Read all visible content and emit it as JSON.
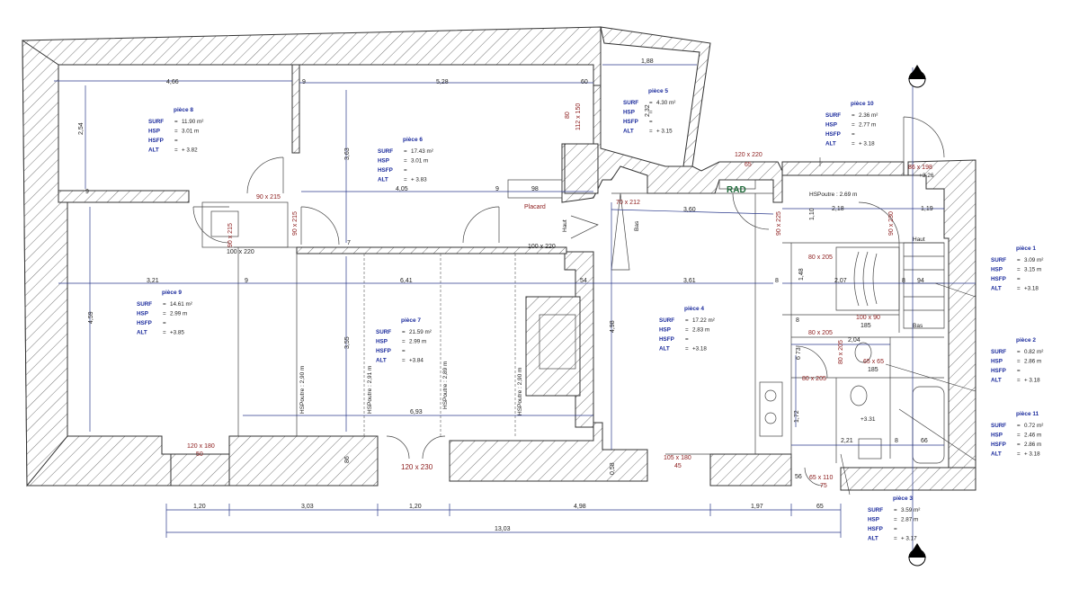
{
  "rooms": [
    {
      "id": "piece8",
      "title": "pièce 8",
      "surf": "11.90 m²",
      "hsp": "3.01 m",
      "hsfp": "",
      "alt": "+ 3.82"
    },
    {
      "id": "piece6",
      "title": "pièce 6",
      "surf": "17.43 m²",
      "hsp": "3.01 m",
      "hsfp": "",
      "alt": "+ 3.83"
    },
    {
      "id": "piece5",
      "title": "pièce 5",
      "surf": "4.30 m²",
      "hsp": "",
      "hsfp": "",
      "alt": "+ 3.15"
    },
    {
      "id": "piece10",
      "title": "pièce 10",
      "surf": "2.36 m²",
      "hsp": "2.77 m",
      "hsfp": "",
      "alt": "+ 3.18"
    },
    {
      "id": "piece9",
      "title": "pièce 9",
      "surf": "14.61 m²",
      "hsp": "2.99 m",
      "hsfp": "",
      "alt": "+3.85"
    },
    {
      "id": "piece7",
      "title": "pièce 7",
      "surf": "21.59 m²",
      "hsp": "2.99 m",
      "hsfp": "",
      "alt": "+3.84"
    },
    {
      "id": "piece4",
      "title": "pièce 4",
      "surf": "17.22 m²",
      "hsp": "2.83 m",
      "hsfp": "",
      "alt": "+3.18"
    },
    {
      "id": "piece1",
      "title": "pièce 1",
      "surf": "3.09 m²",
      "hsp": "3.15 m",
      "hsfp": "",
      "alt": "+3.18"
    },
    {
      "id": "piece2",
      "title": "pièce 2",
      "surf": "0.82 m²",
      "hsp": "2.86 m",
      "hsfp": "",
      "alt": "+ 3.18"
    },
    {
      "id": "piece11",
      "title": "pièce 11",
      "surf": "0.72 m²",
      "hsp": "2.46 m",
      "hsfp": "2.86 m",
      "alt": "+ 3.18"
    },
    {
      "id": "piece3",
      "title": "pièce 3",
      "surf": "3.59 m²",
      "hsp": "2.87 m",
      "hsfp": "",
      "alt": "+ 3.17"
    }
  ],
  "keys": {
    "surf": "SURF",
    "hsp": "HSP",
    "hsfp": "HSFP",
    "alt": "ALT",
    "eq": "="
  },
  "dims": {
    "d466": "4,66",
    "d9a": "9",
    "d528": "5,28",
    "d60": "60",
    "d188": "1,88",
    "d254": "2,54",
    "d363": "3,63",
    "d405": "4,05",
    "d9b": "9",
    "d98": "98",
    "d232": "2,32",
    "d360": "3,60",
    "d218": "2,18",
    "d110": "1,10",
    "d119": "1,19",
    "d321": "3,21",
    "d9c": "9",
    "d641": "6,41",
    "d54": "54",
    "d361": "3,61",
    "d8a": "8",
    "d207": "2,07",
    "d8b": "8",
    "d94": "94",
    "d148": "1,48",
    "d459": "4,59",
    "d355": "3,55",
    "d498v": "4,98",
    "d8c": "8",
    "d204": "2,04",
    "d673": "6 73",
    "d693": "6,93",
    "d172": "1,72",
    "d221": "2,21",
    "d8d": "8",
    "d66": "66",
    "d058": "0,58",
    "d86": "86",
    "d56": "56",
    "d7": "7",
    "d9v": "9",
    "b120a": "1,20",
    "b303": "3,03",
    "b120b": "1,20",
    "b498": "4,98",
    "b197": "1,97",
    "b65": "65",
    "b1303": "13,03"
  },
  "openings": {
    "o90x215a": "90 x 215",
    "o90x215b": "90 x 215",
    "o90x215c": "90 x 215",
    "o100x220a": "100 x 220",
    "o100x220b": "100 x 220",
    "o120x220": "120 x 220",
    "o65": "65",
    "o112x150": "112 x 150",
    "o80": "80",
    "o70x212": "70 x 212",
    "o86x198": "86 x 198",
    "o90x225": "90 x 225",
    "o90x230": "90 x 230",
    "o80x205a": "80 x 205",
    "o80x205b": "80 x 205",
    "o80x205c": "80 x 205",
    "o80x205d": "80 x 205",
    "o100x90": "100 x 90",
    "o185a": "185",
    "o65x65": "65 x 65",
    "o185b": "185",
    "o120x180": "120 x 180",
    "o50": "50",
    "o120x230": "120  x 230",
    "o105x180": "105 x 180",
    "o45": "45",
    "o65x110": "65 x 110",
    "o75": "75"
  },
  "labels": {
    "rad": "RAD",
    "placard": "Placard",
    "haut1": "Haut",
    "bas1": "Bas",
    "haut2": "Haut",
    "bas2": "Bas",
    "hspoutre269": "HSPoutre : 2.69 m",
    "hspoutreA": "HSPoutre : 2,90 m",
    "hspoutreB": "HSPoutre : 2,91 m",
    "hspoutreC": "HSPoutre : 2,89 m",
    "hspoutreD": "HSPoutre : 2,90 m",
    "alt326": "+3.26",
    "alt331": "+3.31"
  },
  "colors": {
    "dim_line": "#2b3a8c",
    "room_label": "#1a2a9c",
    "opening_label": "#8b1a1a",
    "rad": "#1f6b3a"
  }
}
